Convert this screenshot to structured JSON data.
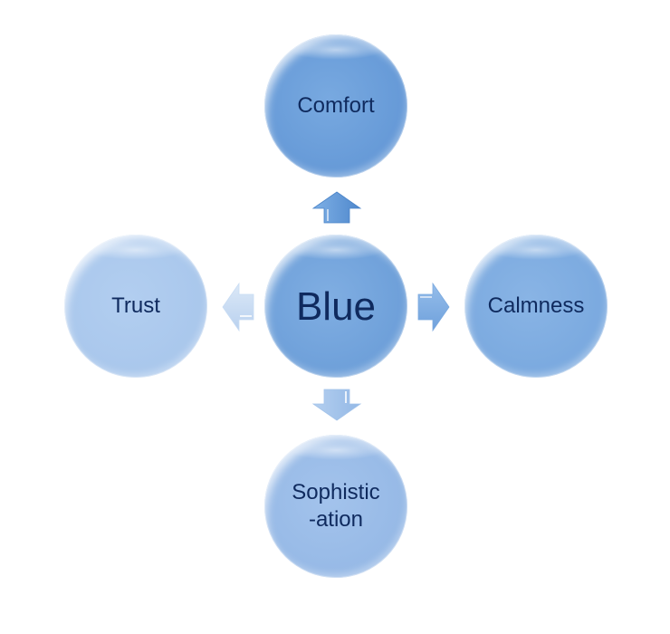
{
  "diagram": {
    "type": "radial",
    "center": {
      "label": "Blue",
      "color": "#73a4dc"
    },
    "nodes": [
      {
        "id": "top",
        "label": "Comfort",
        "color": "#6b9dd9",
        "arrow": "up",
        "arrow_color": "#5b93d3"
      },
      {
        "id": "left",
        "label": "Trust",
        "color": "#abc8ed",
        "arrow": "left",
        "arrow_color": "#c4d8f2"
      },
      {
        "id": "right",
        "label": "Calmness",
        "color": "#7eabe0",
        "arrow": "right",
        "arrow_color": "#83afe2"
      },
      {
        "id": "bottom",
        "label": "Sophistic\n-ation",
        "color": "#98bbe7",
        "arrow": "down",
        "arrow_color": "#a6c4eb"
      }
    ],
    "text_color": "#0f2a5e"
  }
}
